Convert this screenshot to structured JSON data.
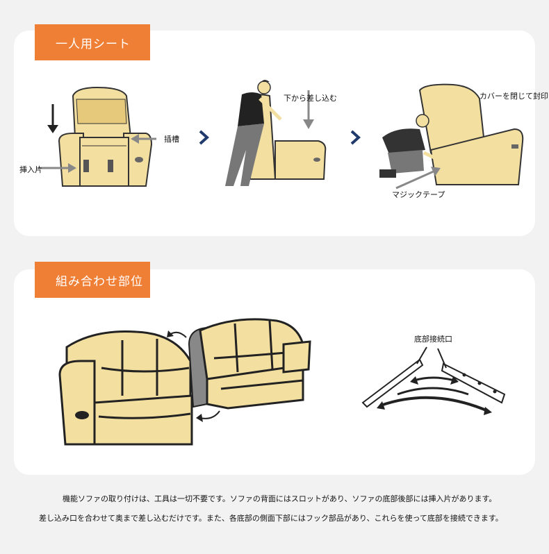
{
  "section1": {
    "title": "一人用シート",
    "step1_labels": {
      "slot": "插槽",
      "insert": "挿入片"
    },
    "step2_label": "下から差し込む",
    "step3_labels": {
      "close": "カバーを閉じて封印",
      "velcro": "マジックテープ"
    }
  },
  "section2": {
    "title": "組み合わせ部位",
    "connector_label": "底部接続口"
  },
  "caption": {
    "line1": "機能ソファの取り付けは、工具は一切不要です。ソファの背面にはスロットがあり、ソファの底部後部には挿入片があります。",
    "line2": "差し込み口を合わせて奥まで差し込むだけです。また、各底部の側面下部にはフック部品があり、これらを使って底部を接続できます。"
  },
  "colors": {
    "accent": "#f07f36",
    "sofa": "#f3dfa0",
    "arrow": "#1f3a6b",
    "shadow": "#888888"
  }
}
